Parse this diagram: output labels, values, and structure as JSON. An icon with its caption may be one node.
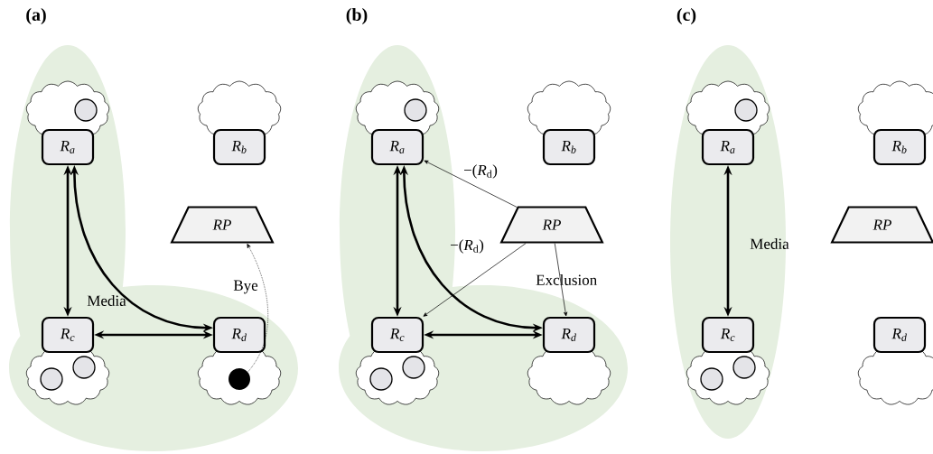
{
  "diagram": {
    "nodes": [
      {
        "text": [
          "R$_{a}$"
        ]
      },
      {
        "text": [
          "R$_{b}$"
        ]
      },
      {
        "text": [
          "RP"
        ]
      },
      {
        "text": [
          "R$_{c}$"
        ]
      },
      {
        "text": [
          "R$_{d}$"
        ]
      },
      {
        "text": [],
        "shape": "circle"
      },
      {
        "text": [
          "R$_{a}$"
        ]
      },
      {
        "text": [
          "R$_{b}$"
        ]
      },
      {
        "text": [
          "RP"
        ]
      },
      {
        "text": [
          "R$_{c}$"
        ]
      },
      {
        "text": [
          "R$_{d}$"
        ]
      },
      {
        "text": [
          "R$_{a}$"
        ]
      },
      {
        "text": [
          "R$_{b}$"
        ]
      },
      {
        "text": [
          "RP"
        ]
      },
      {
        "text": [
          "R$_{c}$"
        ]
      },
      {
        "text": [
          "R$_{d}$"
        ]
      }
    ],
    "edges": [
      {
        "from": 0,
        "to": 3,
        "arrow": "both",
        "label": "Media"
      },
      {
        "from": 0,
        "to": 4,
        "arrow": "both"
      },
      {
        "from": 3,
        "to": 4,
        "arrow": "both"
      },
      {
        "from": 5,
        "to": 2,
        "arrow": "to",
        "style": "dashed",
        "label": "Bye"
      },
      {
        "from": 6,
        "to": 9,
        "arrow": "both"
      },
      {
        "from": 6,
        "to": 10,
        "arrow": "both"
      },
      {
        "from": 9,
        "to": 10,
        "arrow": "both"
      },
      {
        "from": 8,
        "to": 6,
        "arrow": "to",
        "label": "−(*R*$_{d}$)"
      },
      {
        "from": 8,
        "to": 9,
        "arrow": "to",
        "label": "−(*R*$_{d}$)"
      },
      {
        "from": 8,
        "to": 10,
        "arrow": "to",
        "label": "Exclusion"
      },
      {
        "from": 11,
        "to": 14,
        "arrow": "both",
        "label": "Media"
      }
    ],
    "labels": [
      "(a)",
      "(b)",
      "(c)"
    ]
  }
}
